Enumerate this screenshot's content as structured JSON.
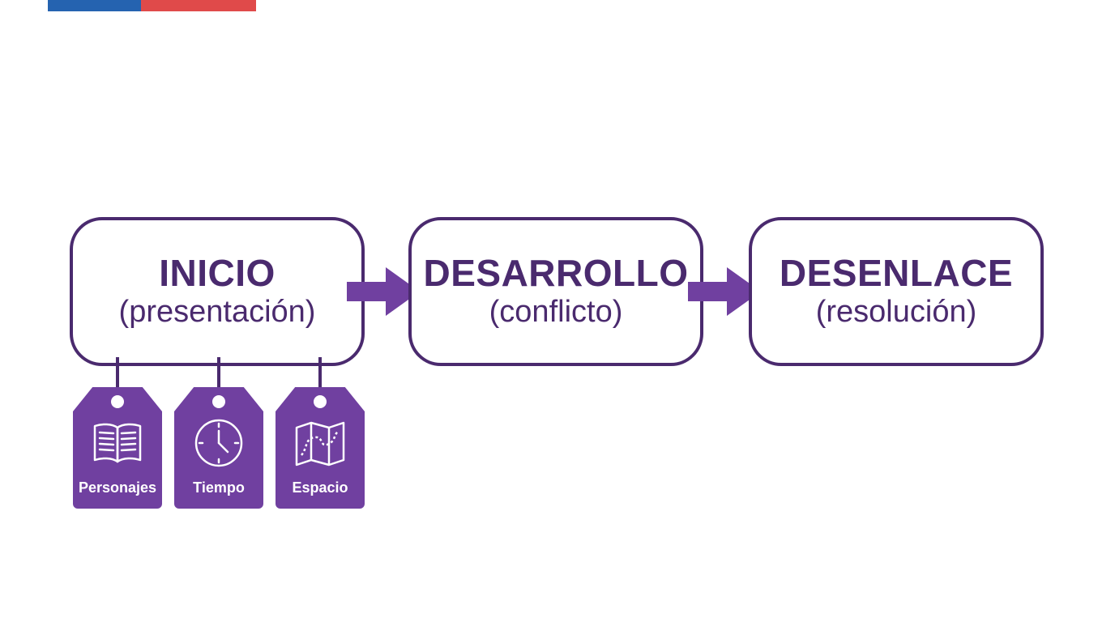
{
  "colors": {
    "primary": "#4a2a6e",
    "accent": "#7040a0",
    "flag_blue": "#2563b0",
    "flag_red": "#e04a4a"
  },
  "stages": [
    {
      "title": "INICIO",
      "subtitle": "(presentación)"
    },
    {
      "title": "DESARROLLO",
      "subtitle": "(conflicto)"
    },
    {
      "title": "DESENLACE",
      "subtitle": "(resolución)"
    }
  ],
  "tags": [
    {
      "label": "Personajes",
      "icon": "open-book-icon"
    },
    {
      "label": "Tiempo",
      "icon": "clock-icon"
    },
    {
      "label": "Espacio",
      "icon": "map-icon"
    }
  ]
}
